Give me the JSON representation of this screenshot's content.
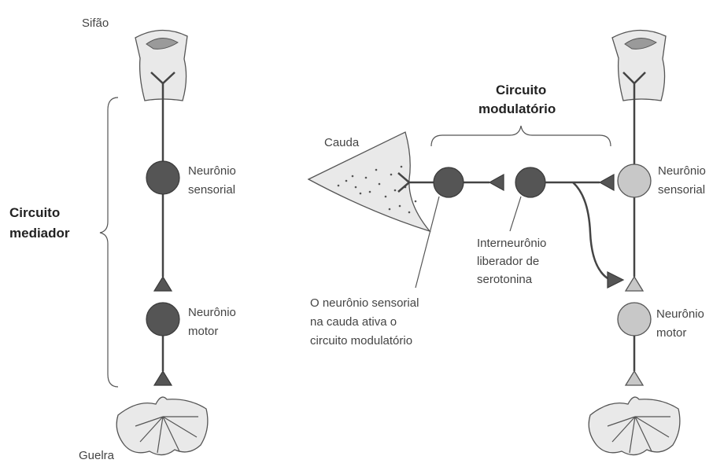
{
  "labels": {
    "siphon": "Sifão",
    "gill": "Guelra",
    "tail": "Cauda",
    "sensory_neuron_line1": "Neurônio",
    "sensory_neuron_line2": "sensorial",
    "motor_neuron_line1": "Neurônio",
    "motor_neuron_line2": "motor",
    "mediating_circuit_line1": "Circuito",
    "mediating_circuit_line2": "mediador",
    "modulatory_circuit_line1": "Circuito",
    "modulatory_circuit_line2": "modulatório",
    "interneuron_line1": "Interneurônio",
    "interneuron_line2": "liberador de",
    "interneuron_line3": "serotonina",
    "tail_note_line1": "O neurônio sensorial",
    "tail_note_line2": "na cauda ativa o",
    "tail_note_line3": "circuito modulatório"
  },
  "colors": {
    "dark_neuron": "#555555",
    "light_neuron": "#c8c8c8",
    "tissue": "#e9e9e9",
    "line": "#444444"
  }
}
